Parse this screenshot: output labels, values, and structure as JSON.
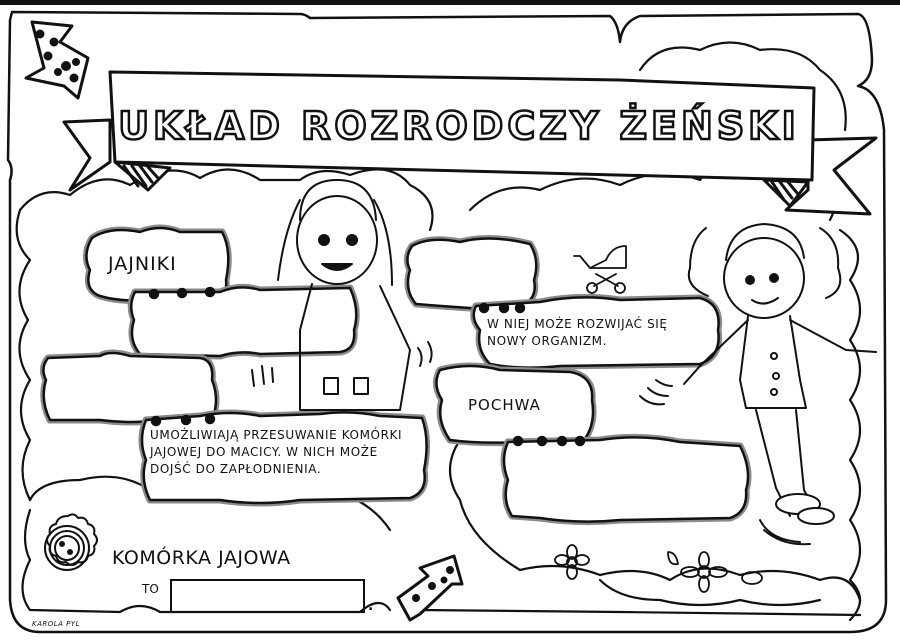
{
  "worksheet": {
    "title": "UKŁAD ROZRODCZY ŻEŃSKI",
    "labels": {
      "ovaries": "JAJNIKI",
      "vagina": "POCHWA"
    },
    "notes": {
      "fallopian_tubes": "Umożliwiają przesuwanie komórki jajowej do macicy. W nich może dojść do zapłodnienia.",
      "uterus": "W niej może rozwijać się nowy organizm."
    },
    "egg_cell": {
      "heading": "KOMÓRKA JAJOWA",
      "to_label": "TO",
      "answer_value": "",
      "end_mark": "."
    },
    "blank_fields": [
      {
        "id": "ovaries-description",
        "value": ""
      },
      {
        "id": "fallopian-tubes-name",
        "value": ""
      },
      {
        "id": "uterus-name",
        "value": ""
      },
      {
        "id": "vagina-description",
        "value": ""
      }
    ],
    "signature": "KAROLA PYL",
    "colors": {
      "ink": "#111111",
      "paper": "#ffffff",
      "shadow": "#8a8a8a"
    },
    "icons": [
      "arrow-down-left-icon",
      "arrow-up-right-icon",
      "ribbon-banner-icon",
      "egg-cell-icon",
      "stroller-icon",
      "flower-icon",
      "girl-left-illustration",
      "girl-right-illustration"
    ]
  }
}
